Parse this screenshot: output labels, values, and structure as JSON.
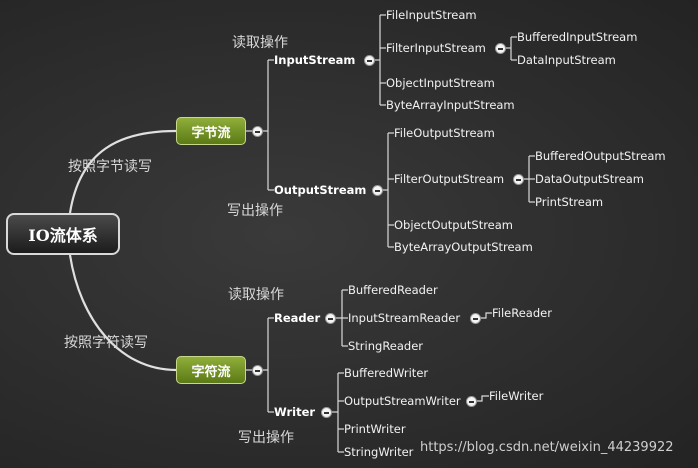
{
  "root": {
    "label": "IO流体系"
  },
  "edge_labels": {
    "byte": "按照字节读写",
    "char": "按照字符读写"
  },
  "byte_stream": {
    "label": "字节流",
    "input": {
      "caption": "读取操作",
      "label": "InputStream",
      "children": [
        "FileInputStream",
        "FilterInputStream",
        "ObjectInputStream",
        "ByteArrayInputStream"
      ],
      "filter_children": [
        "BufferedInputStream",
        "DataInputStream"
      ]
    },
    "output": {
      "caption": "写出操作",
      "label": "OutputStream",
      "children": [
        "FileOutputStream",
        "FilterOutputStream",
        "ObjectOutputStream",
        "ByteArrayOutputStream"
      ],
      "filter_children": [
        "BufferedOutputStream",
        "DataOutputStream",
        "PrintStream"
      ]
    }
  },
  "char_stream": {
    "label": "字符流",
    "reader": {
      "caption": "读取操作",
      "label": "Reader",
      "children": [
        "BufferedReader",
        "InputStreamReader",
        "StringReader"
      ],
      "isr_children": [
        "FileReader"
      ]
    },
    "writer": {
      "caption": "写出操作",
      "label": "Writer",
      "children": [
        "BufferedWriter",
        "OutputStreamWriter",
        "PrintWriter",
        "StringWriter"
      ],
      "osw_children": [
        "FileWriter"
      ]
    }
  },
  "watermark": "https://blog.csdn.net/weixin_44239922"
}
